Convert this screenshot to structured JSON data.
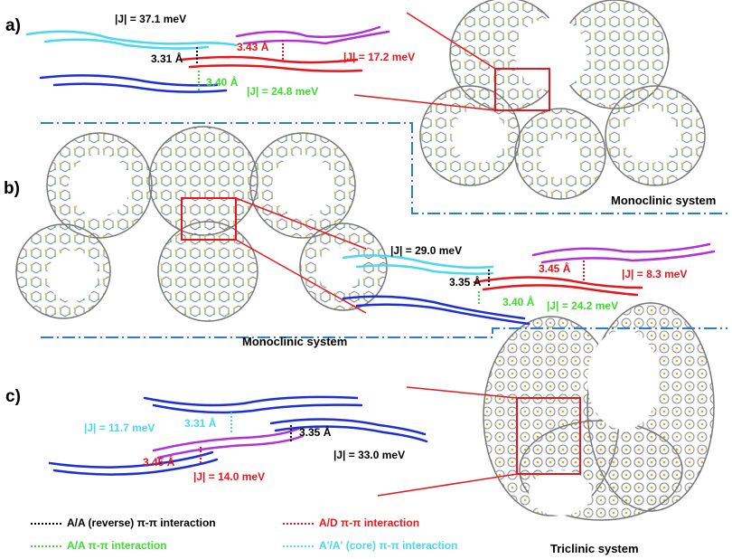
{
  "panels": {
    "a": {
      "label": "a)",
      "j_cyan_blue": "|J| = 37.1 meV",
      "j_red_magenta": "|J| = 17.2 meV",
      "j_blue_red": "|J| = 24.8 meV",
      "d_black": "3.31 Å",
      "d_red": "3.43 Å",
      "d_green": "3.40 Å",
      "system": "Monoclinic system"
    },
    "b": {
      "label": "b)",
      "j_cyan_blue": "|J| = 29.0 meV",
      "j_red_magenta": "|J| = 8.3 meV",
      "j_blue_red": "|J| = 24.2 meV",
      "d_black": "3.35 Å",
      "d_red": "3.45 Å",
      "d_green": "3.40 Å",
      "system": "Monoclinic system"
    },
    "c": {
      "label": "c)",
      "j_cyan": "|J| = 11.7 meV",
      "d_cyan": "3.31 Å",
      "d_black": "3.35 Å",
      "j_black": "|J| = 33.0 meV",
      "d_red": "3.45 Å",
      "j_red": "|J| = 14.0 meV",
      "system": "Triclinic system"
    }
  },
  "legend": {
    "black": "A/A (reverse) π-π interaction",
    "red": "A/D π-π interaction",
    "green": "A/A π-π interaction",
    "cyan": "A'/A' (core) π-π interaction"
  },
  "colors": {
    "black": "#000000",
    "red": "#e8161b",
    "green": "#3ddc2d",
    "cyan": "#48d8f0",
    "blue": "#1c2fd8",
    "magenta": "#b032d8",
    "divider": "#2a7fd4",
    "zoom_line": "#e8161b"
  }
}
